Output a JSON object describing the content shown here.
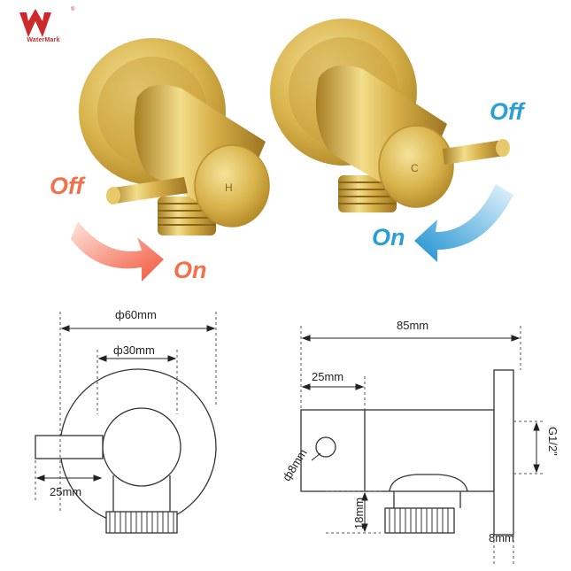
{
  "brand": {
    "name": "WaterMark",
    "registered": "®"
  },
  "labels": {
    "left_off": "Off",
    "left_on": "On",
    "right_off": "Off",
    "right_on": "On",
    "hot_mark": "H",
    "cold_mark": "C"
  },
  "dimensions": {
    "outer_diameter": "ф60mm",
    "inner_diameter": "ф30mm",
    "handle_length_front": "25mm",
    "overall_length": "85mm",
    "body_offset": "25mm",
    "handle_diameter": "ф8mm",
    "outlet_height": "18mm",
    "thread": "G1/2\"",
    "flange_thickness": "8mm"
  },
  "colors": {
    "brass_light": "#f3dd8a",
    "brass_mid": "#d7b049",
    "brass_dark": "#a67d22",
    "hot_arrow": "#f2704a",
    "cold_arrow": "#2a9fd6",
    "logo_red": "#cc2b2b",
    "line": "#333333"
  }
}
